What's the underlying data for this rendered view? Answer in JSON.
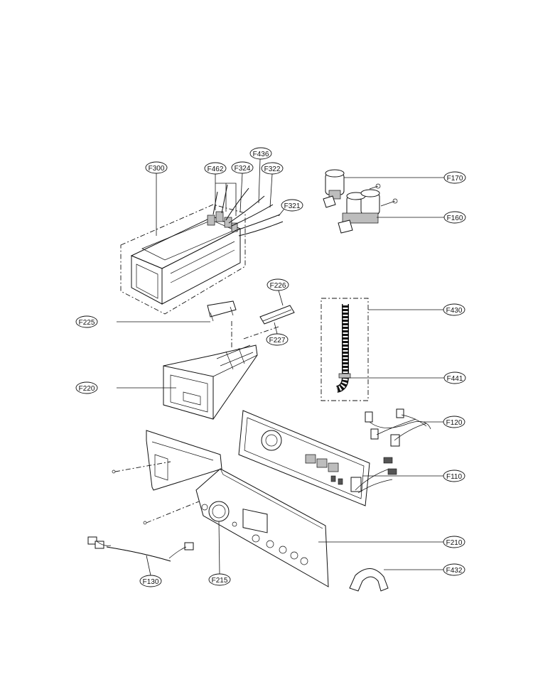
{
  "callouts": {
    "F300": "F300",
    "F462": "F462",
    "F324": "F324",
    "F436": "F436",
    "F322": "F322",
    "F321": "F321",
    "F170": "F170",
    "F160": "F160",
    "F226": "F226",
    "F227": "F227",
    "F225": "F225",
    "F430": "F430",
    "F441": "F441",
    "F220": "F220",
    "F120": "F120",
    "F110": "F110",
    "F210": "F210",
    "F130": "F130",
    "F215": "F215",
    "F432": "F432"
  },
  "colors": {
    "line": "#111111",
    "background": "#ffffff",
    "shade": "#bdbdbd"
  }
}
